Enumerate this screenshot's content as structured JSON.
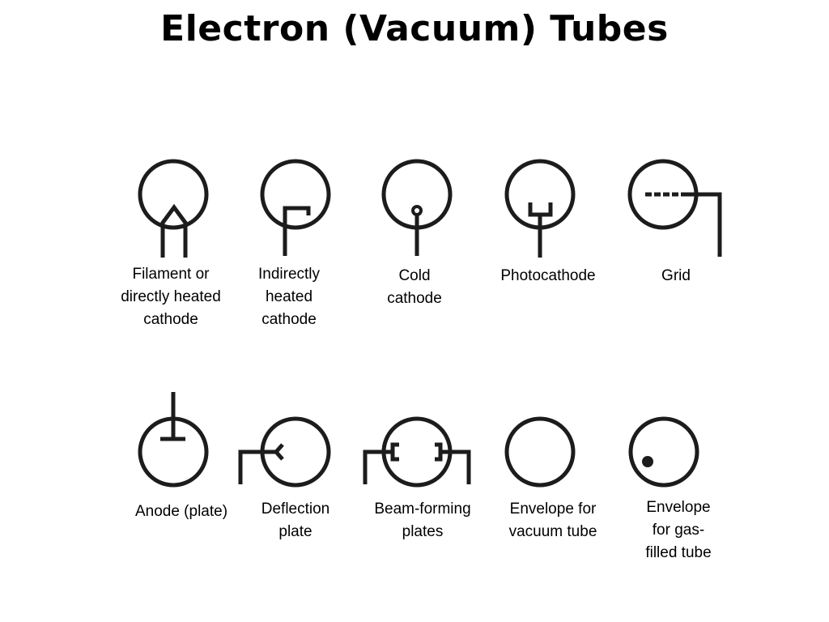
{
  "title": "Electron (Vacuum) Tubes",
  "colors": {
    "stroke": "#1c1c1c",
    "text": "#000000",
    "background": "#ffffff"
  },
  "symbols": [
    {
      "id": "filament",
      "label": "Filament or\ndirectly heated\ncathode"
    },
    {
      "id": "indirect-cathode",
      "label": "Indirectly\nheated\ncathode"
    },
    {
      "id": "cold-cathode",
      "label": "Cold\ncathode"
    },
    {
      "id": "photocathode",
      "label": "Photocathode"
    },
    {
      "id": "grid",
      "label": "Grid"
    },
    {
      "id": "anode",
      "label": "Anode (plate)"
    },
    {
      "id": "deflection-plate",
      "label": "Deflection\nplate"
    },
    {
      "id": "beam-forming-plates",
      "label": "Beam-forming\nplates"
    },
    {
      "id": "vacuum-envelope",
      "label": "Envelope for\nvacuum tube"
    },
    {
      "id": "gas-envelope",
      "label": "Envelope\nfor gas-\nfilled tube"
    }
  ]
}
